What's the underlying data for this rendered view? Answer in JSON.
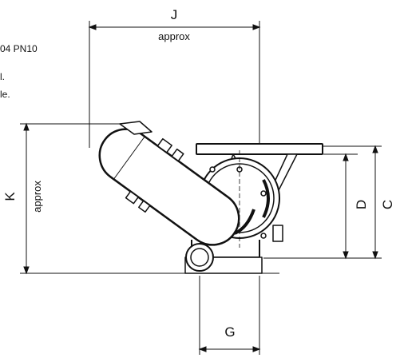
{
  "notes": [
    "04 PN10",
    "l.",
    "le."
  ],
  "dimensions": {
    "J": {
      "label": "J",
      "qualifier": "approx"
    },
    "K": {
      "label": "K",
      "qualifier": "approx"
    },
    "D": {
      "label": "D"
    },
    "C": {
      "label": "C"
    },
    "G": {
      "label": "G"
    }
  },
  "colors": {
    "line": "#111111",
    "background": "#ffffff"
  }
}
